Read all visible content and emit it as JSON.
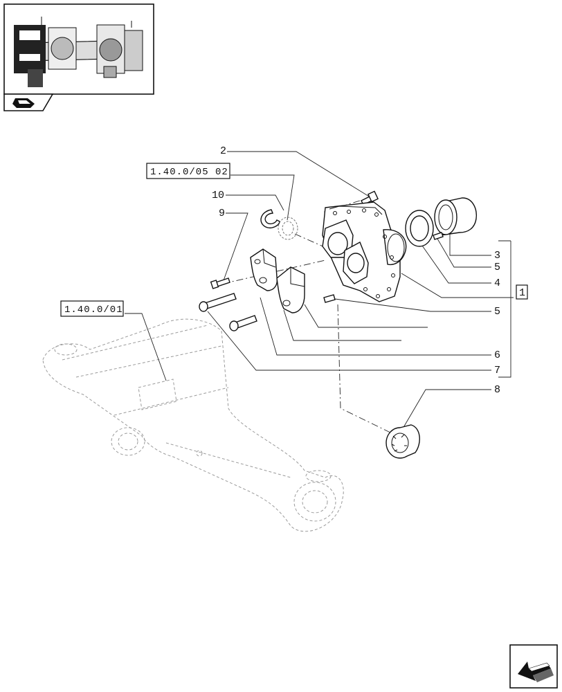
{
  "callouts": {
    "c2": "2",
    "c10": "10",
    "c9": "9",
    "c3": "3",
    "c5a": "5",
    "c4": "4",
    "c5b": "5",
    "c6": "6",
    "c7": "7",
    "c8": "8",
    "c1": "1"
  },
  "references": {
    "ref_top": "1.40.0/05 02",
    "ref_axle": "1.40.0/01"
  },
  "icons": {
    "overview": "axle-overview-thumbnail-icon",
    "book": "book-icon",
    "nav_prev": "previous-page-arrow-icon"
  }
}
